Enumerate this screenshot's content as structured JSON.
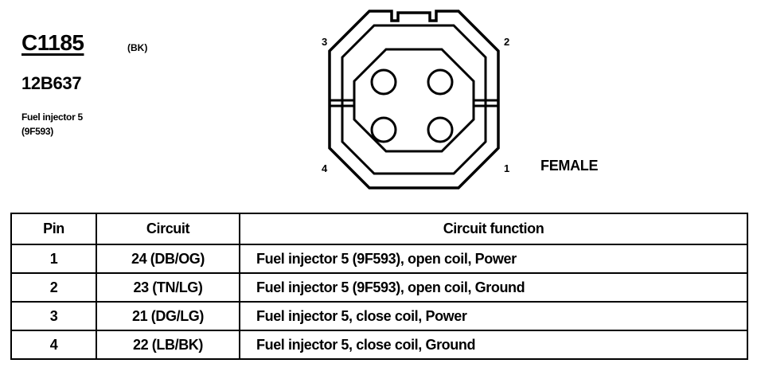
{
  "connector": {
    "id": "C1185",
    "color": "(BK)",
    "part_number": "12B637",
    "description_line1": "Fuel injector 5",
    "description_line2": "(9F593)"
  },
  "face_view": {
    "pin_labels": {
      "p1": "1",
      "p2": "2",
      "p3": "3",
      "p4": "4"
    },
    "gender": "FEMALE"
  },
  "table": {
    "headers": {
      "pin": "Pin",
      "circuit": "Circuit",
      "function": "Circuit function"
    },
    "rows": [
      {
        "pin": "1",
        "circuit": "24 (DB/OG)",
        "function": "Fuel injector 5 (9F593), open coil, Power"
      },
      {
        "pin": "2",
        "circuit": "23 (TN/LG)",
        "function": "Fuel injector 5 (9F593), open coil, Ground"
      },
      {
        "pin": "3",
        "circuit": "21 (DG/LG)",
        "function": "Fuel injector 5, close coil, Power"
      },
      {
        "pin": "4",
        "circuit": "22 (LB/BK)",
        "function": "Fuel injector 5, close coil, Ground"
      }
    ]
  }
}
